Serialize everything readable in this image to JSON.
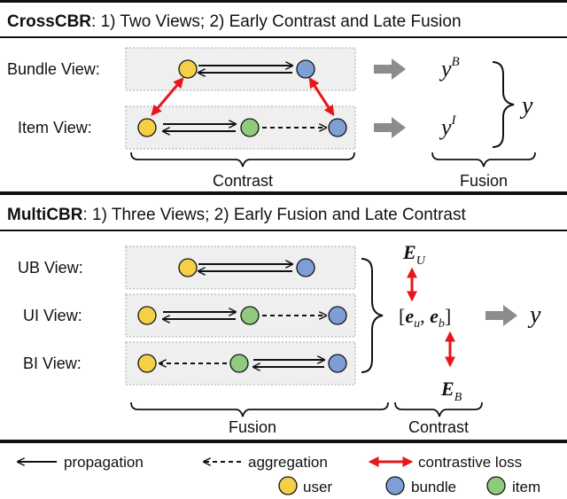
{
  "crosscbr": {
    "name": "CrossCBR",
    "subtitle": ": 1) Two Views; 2) Early Contrast and Late Fusion",
    "views": [
      "Bundle View:",
      "Item View:"
    ],
    "outputs": {
      "yB_base": "y",
      "yB_sup": "B",
      "yI_base": "y",
      "yI_sup": "I",
      "y": "y"
    },
    "contrast_label": "Contrast",
    "fusion_label": "Fusion"
  },
  "multicbr": {
    "name": "MultiCBR",
    "subtitle": ": 1) Three Views; 2) Early Fusion and Late Contrast",
    "views": [
      "UB View:",
      "UI View:",
      "BI View:"
    ],
    "EU_base": "E",
    "EU_sub": "U",
    "EB_base": "E",
    "EB_sub": "B",
    "concat_open": "[",
    "eu_base": "e",
    "eu_sub": "u",
    "comma": ", ",
    "eb_base": "e",
    "eb_sub": "b",
    "concat_close": "]",
    "y": "y",
    "fusion_label": "Fusion",
    "contrast_label": "Contrast"
  },
  "legend": {
    "propagation": "propagation",
    "aggregation": "aggregation",
    "contrastive_loss": "contrastive loss",
    "user": "user",
    "bundle": "bundle",
    "item": "item"
  },
  "colors": {
    "user": "#f5cf45",
    "bundle": "#7e9fd6",
    "item": "#8fca7e",
    "contrast_arrow": "#e8161b",
    "fusion_arrow": "#8c8c8c",
    "rule": "#111111"
  }
}
